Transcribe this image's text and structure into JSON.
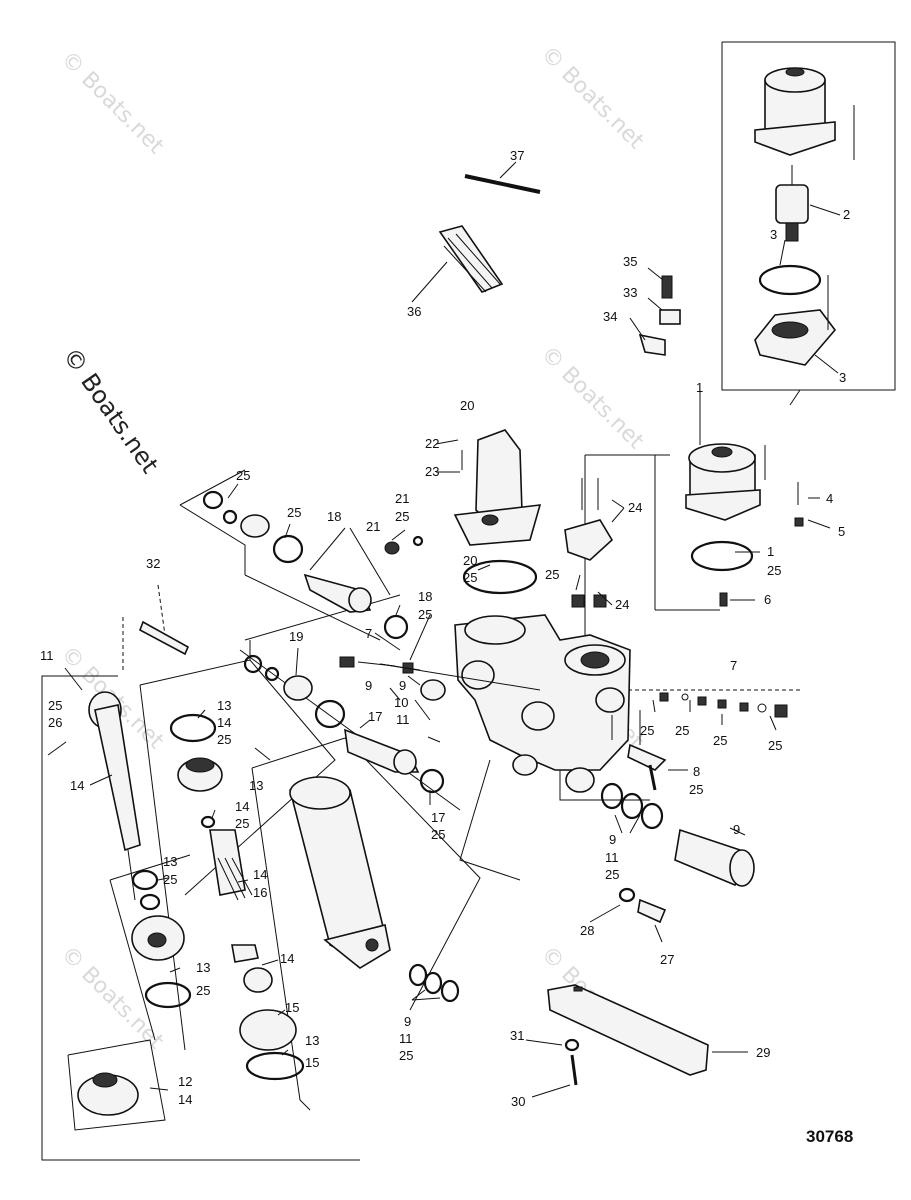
{
  "watermarks": [
    "© Boats.net",
    "© Boats.net",
    "© Boats.net",
    "© Boats.net",
    "© Boats.net",
    "© Boats.net",
    "© Boats.net"
  ],
  "main_watermark": "© Boats.net",
  "diagram_number": "30768",
  "callouts": {
    "c37": "37",
    "c36": "36",
    "c35": "35",
    "c33": "33",
    "c34": "34",
    "c2": "2",
    "c3a": "3",
    "c3b": "3",
    "c1a": "1",
    "c20a": "20",
    "c22": "22",
    "c23": "23",
    "c21a": "21",
    "c25_21": "25",
    "c21b": "21",
    "c24a": "24",
    "c4": "4",
    "c5": "5",
    "c1b": "1",
    "c25_1": "25",
    "c6": "6",
    "c25a": "25",
    "c25b": "25",
    "c18a": "18",
    "c20b": "20",
    "c25_20": "25",
    "c25_24": "25",
    "c24b": "24",
    "c18b": "18",
    "c25_18": "25",
    "c32": "32",
    "c7a": "7",
    "c19": "19",
    "c11a": "11",
    "c7b": "7",
    "c9a": "9",
    "c9b": "9",
    "c10": "10",
    "c11b": "11",
    "c17a": "17",
    "c25c": "25",
    "c25d": "25",
    "c25e": "25",
    "c25f": "25",
    "c8": "8",
    "c25_8": "25",
    "c17b": "17",
    "c25_17": "25",
    "c25_l": "25",
    "c26": "26",
    "c13a": "13",
    "c14a": "14",
    "c25_13a": "25",
    "c14b": "14",
    "c13b": "13",
    "c14c": "14",
    "c25_13b": "25",
    "c14d": "14",
    "c16": "16",
    "c13c": "13",
    "c25_13c": "25",
    "c9c": "9",
    "c11c": "11",
    "c25_9c": "25",
    "c9d": "9",
    "c28": "28",
    "c27": "27",
    "c14e": "14",
    "c13d": "13",
    "c25_13d": "25",
    "c15a": "15",
    "c13e": "13",
    "c15b": "15",
    "c9e": "9",
    "c11d": "11",
    "c25_9e": "25",
    "c31": "31",
    "c29": "29",
    "c30": "30",
    "c12": "12",
    "c14f": "14"
  }
}
